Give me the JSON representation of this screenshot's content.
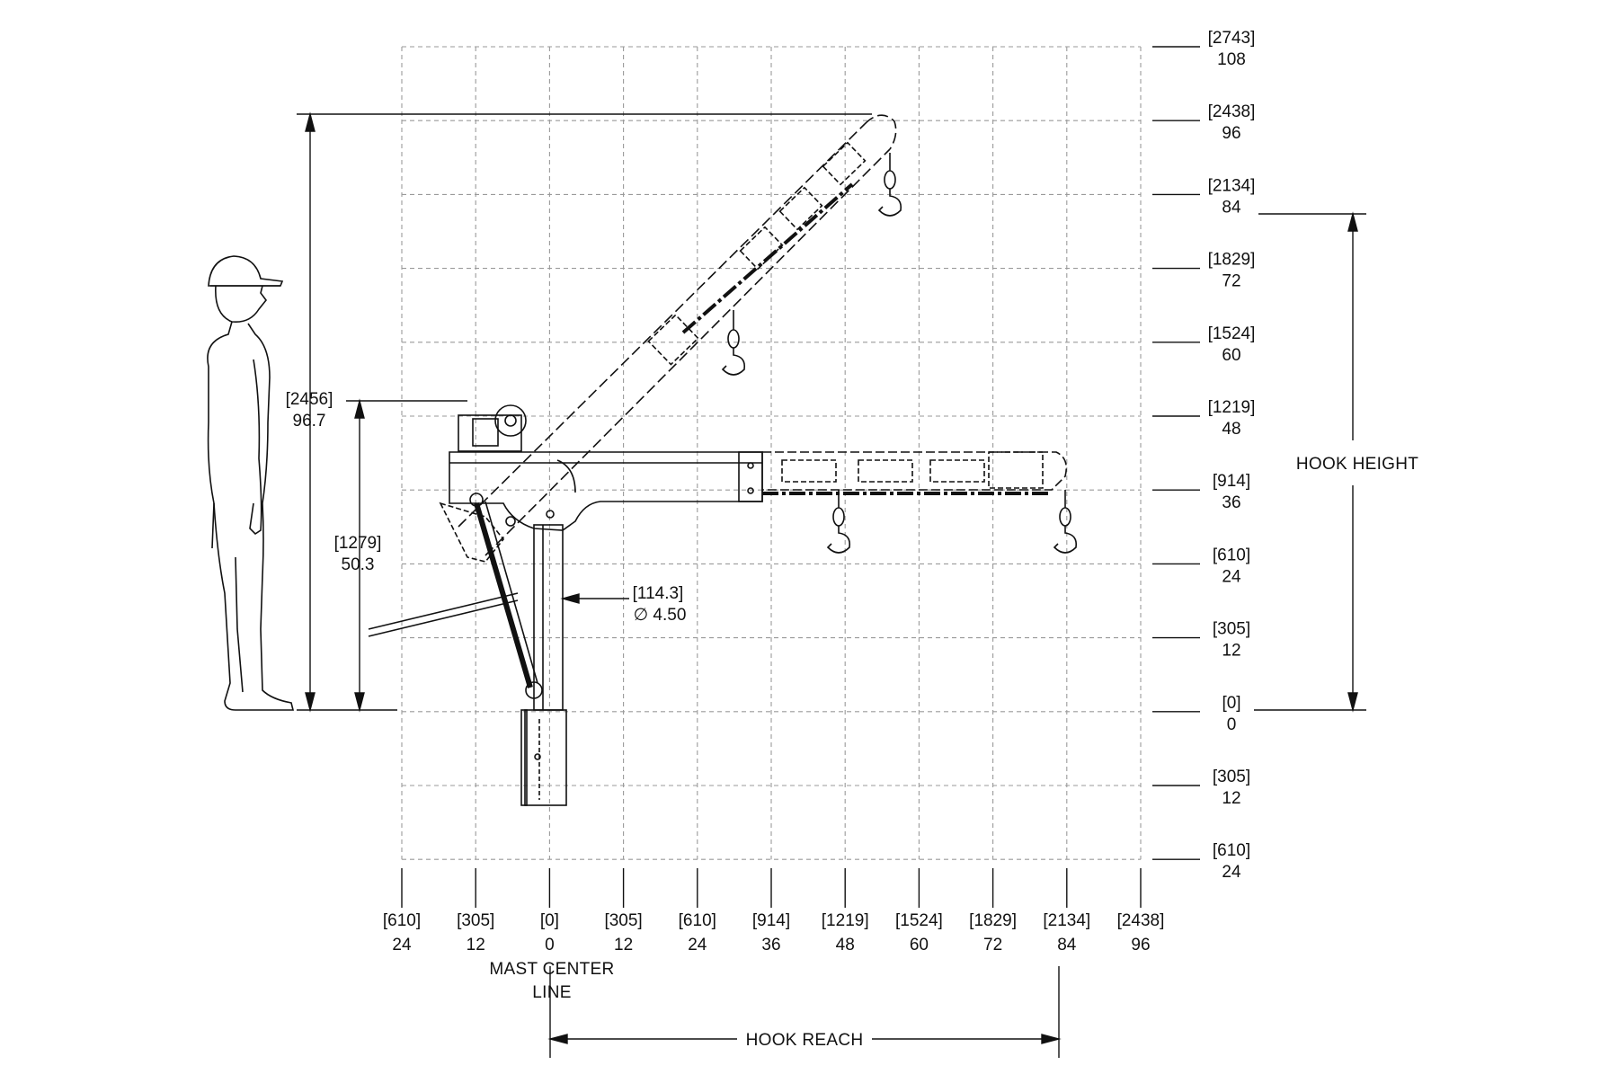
{
  "drawing": {
    "left_axis_labels": [
      {
        "mm": "[2743]",
        "in": "108"
      },
      {
        "mm": "[2438]",
        "in": "96"
      },
      {
        "mm": "[2134]",
        "in": "84"
      },
      {
        "mm": "[1829]",
        "in": "72"
      },
      {
        "mm": "[1524]",
        "in": "60"
      },
      {
        "mm": "[1219]",
        "in": "48"
      },
      {
        "mm": "[914]",
        "in": "36"
      },
      {
        "mm": "[610]",
        "in": "24"
      },
      {
        "mm": "[305]",
        "in": "12"
      },
      {
        "mm": "[0]",
        "in": "0"
      },
      {
        "mm": "[305]",
        "in": "12"
      },
      {
        "mm": "[610]",
        "in": "24"
      }
    ],
    "bottom_axis_labels": [
      {
        "mm": "[610]",
        "in": "24"
      },
      {
        "mm": "[305]",
        "in": "12"
      },
      {
        "mm": "[0]",
        "in": "0"
      },
      {
        "mm": "[305]",
        "in": "12"
      },
      {
        "mm": "[610]",
        "in": "24"
      },
      {
        "mm": "[914]",
        "in": "36"
      },
      {
        "mm": "[1219]",
        "in": "48"
      },
      {
        "mm": "[1524]",
        "in": "60"
      },
      {
        "mm": "[1829]",
        "in": "72"
      },
      {
        "mm": "[2134]",
        "in": "84"
      },
      {
        "mm": "[2438]",
        "in": "96"
      }
    ],
    "dimensions": {
      "overall_height_mm": "[2456]",
      "overall_height_in": "96.7",
      "boom_height_mm": "[1279]",
      "boom_height_in": "50.3",
      "mast_dia_mm": "[114.3]",
      "mast_dia_in": "∅ 4.50"
    },
    "callouts": {
      "hook_height": "HOOK HEIGHT",
      "hook_reach": "HOOK REACH",
      "mast_center_line_1": "MAST CENTER",
      "mast_center_line_2": "LINE"
    },
    "icons": [
      "person-figure-icon",
      "hook-icon",
      "winch-icon"
    ]
  }
}
